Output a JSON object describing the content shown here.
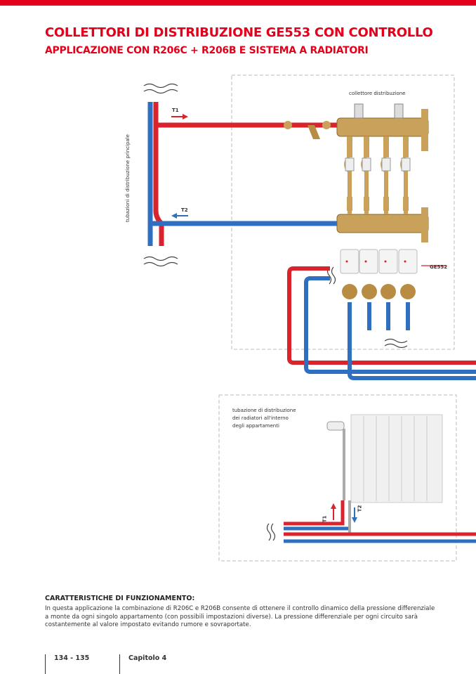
{
  "header": {
    "title": "COLLETTORI DI DISTRIBUZIONE GE553 CON CONTROLLO",
    "subtitle": "APPLICAZIONE CON R206C + R206B E SISTEMA A RADIATORI",
    "accent_color": "#e3001b"
  },
  "diagram": {
    "label_main_pipes": "tubazioni di distribuzione principale",
    "label_manifold": "collettore distribuzione",
    "label_t1": "T1",
    "label_t2": "T2",
    "label_actuator": "GE552",
    "label_radiator_pipes_1": "tubazione di distribuzione",
    "label_radiator_pipes_2": "dei radiatori all'interno",
    "label_radiator_pipes_3": "degli appartamenti",
    "hot_color": "#d9232d",
    "cold_color": "#2f6fc0"
  },
  "section": {
    "heading": "CARATTERISTICHE DI FUNZIONAMENTO:",
    "text": "In questa applicazione la combinazione di R206C e R206B consente di ottenere il controllo dinamico della pressione differenziale a monte da ogni singolo appartamento (con possibili impostazioni diverse). La pressione differenziale per ogni circuito sarà costantemente al valore impostato evitando rumore e sovraportate."
  },
  "footer": {
    "pages": "134 - 135",
    "chapter": "Capitolo 4"
  }
}
